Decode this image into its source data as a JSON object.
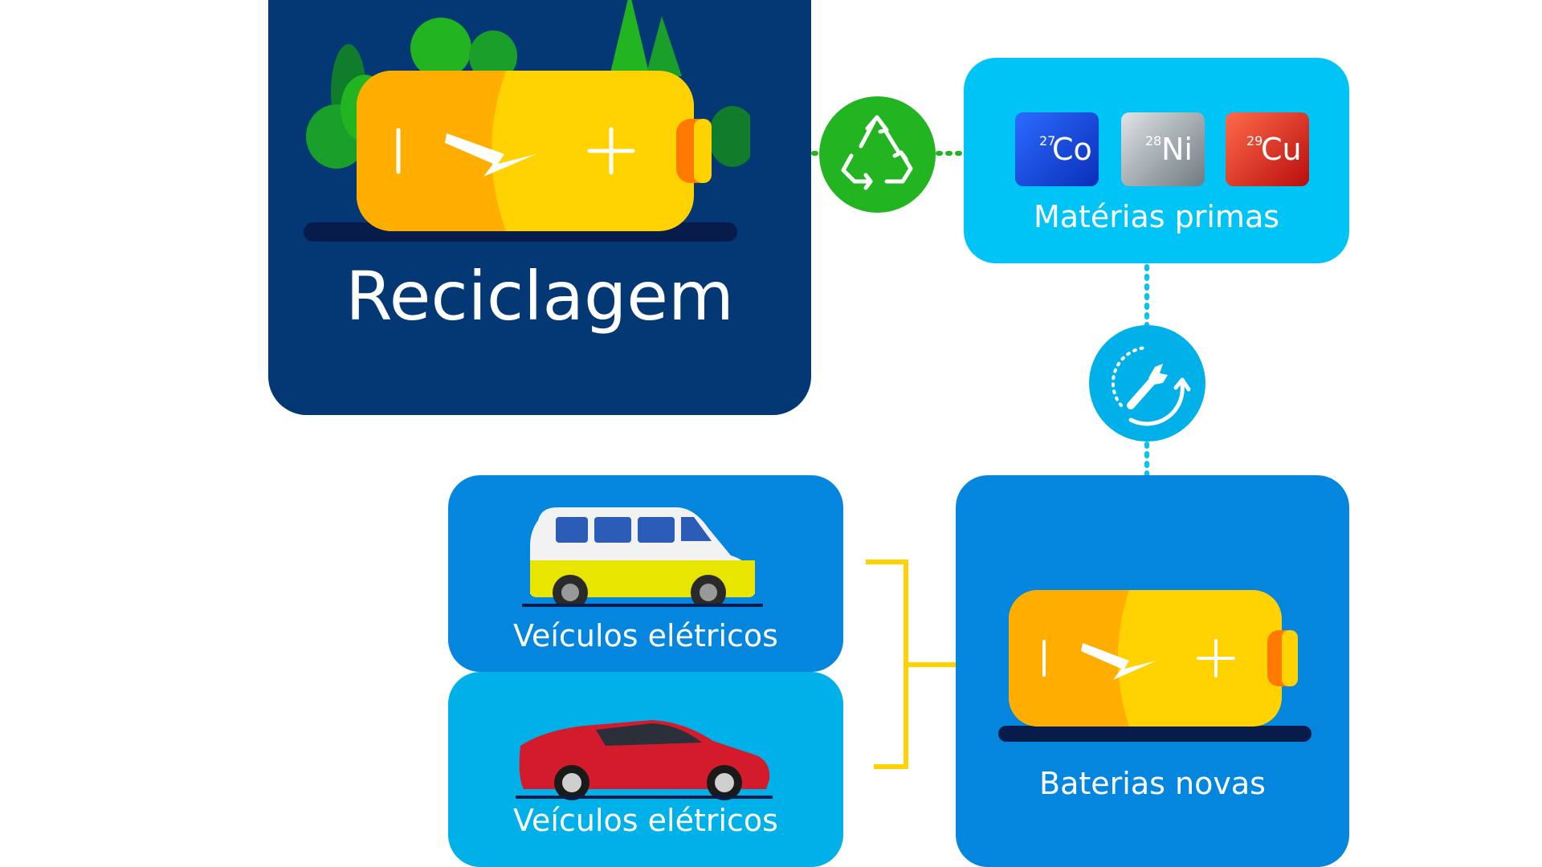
{
  "title": "Reciclagem",
  "raw_materials": {
    "label": "Matérias primas",
    "elements": [
      {
        "number": "27",
        "symbol": "Co",
        "color": "#1a3fcc"
      },
      {
        "number": "28",
        "symbol": "Ni",
        "color": "#7d868c"
      },
      {
        "number": "29",
        "symbol": "Cu",
        "color": "#d21f1f"
      }
    ]
  },
  "vehicles": [
    {
      "label": "Veículos elétricos",
      "icon": "van-icon"
    },
    {
      "label": "Veículos elétricos",
      "icon": "sedan-icon"
    }
  ],
  "new_batteries": {
    "label": "Baterias novas"
  },
  "icons": {
    "recycle": "recycle-icon",
    "repair": "wrench-cycle-icon"
  },
  "colors": {
    "navy": "#033875",
    "sky": "#00c4f5",
    "blue": "#0486de",
    "cyan": "#00b0e8",
    "green": "#22b521",
    "yellow": "#ffd200",
    "orange": "#ffae00"
  }
}
